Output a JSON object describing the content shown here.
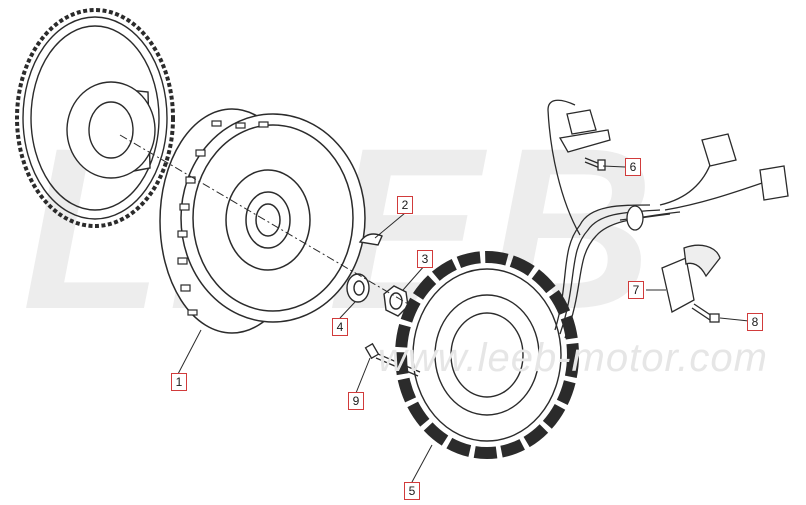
{
  "watermark": {
    "logo_text": "LEEB",
    "url_text": "www.leeb-motor.com"
  },
  "callouts": [
    "1",
    "2",
    "3",
    "4",
    "5",
    "6",
    "7",
    "8",
    "9"
  ],
  "colors": {
    "line": "#2b2b2b",
    "callout_border": "#d13b3b",
    "watermark": "#e6e6e6"
  }
}
